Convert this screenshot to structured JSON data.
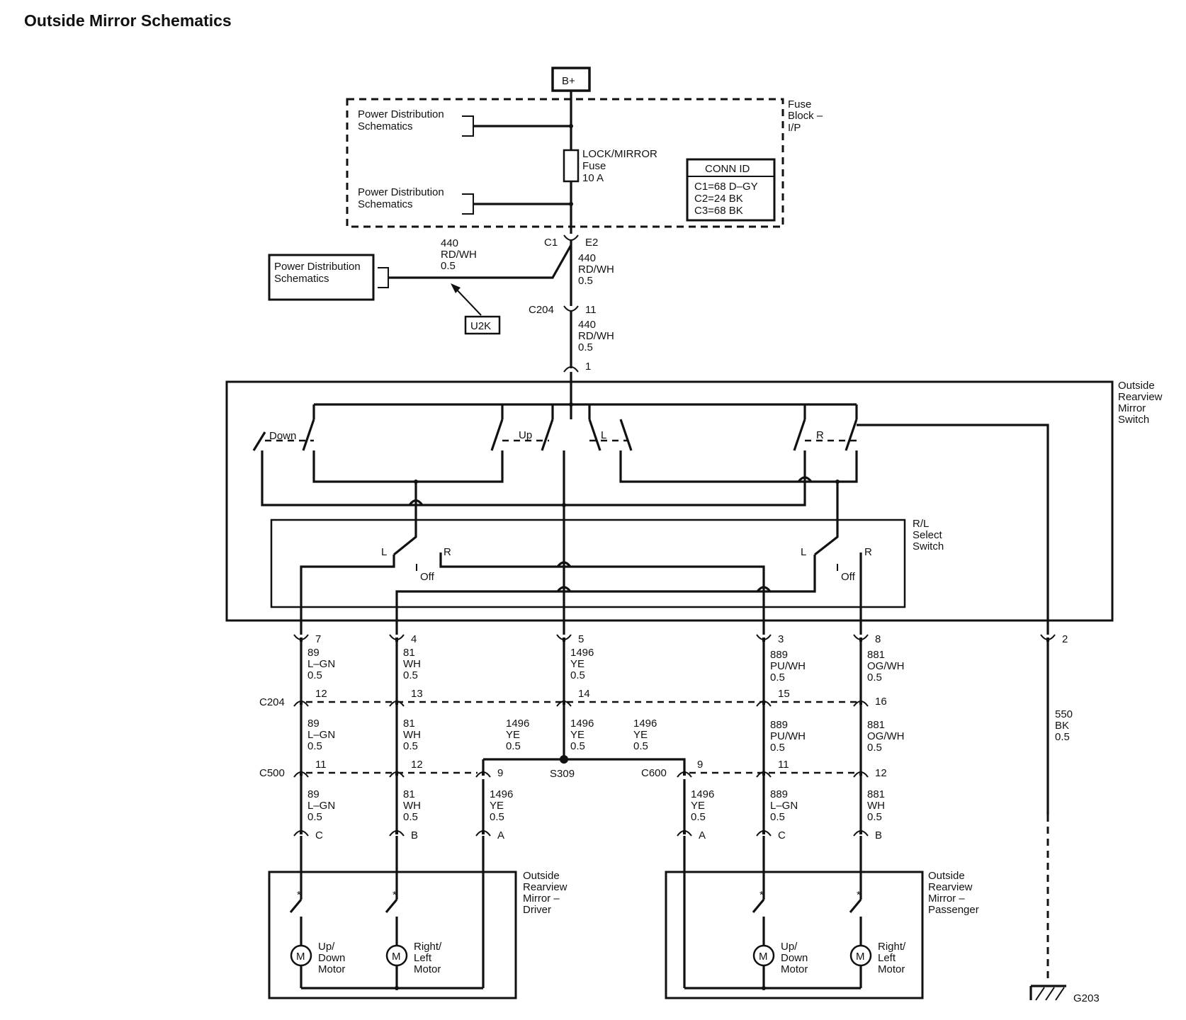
{
  "title": "Outside Mirror Schematics",
  "supply": "B+",
  "fuse_block": {
    "label": [
      "Fuse",
      "Block –",
      "I/P"
    ],
    "fuse": [
      "LOCK/MIRROR",
      "Fuse",
      "10 A"
    ]
  },
  "power_dist": "Power Distribution Schematics",
  "power_dist_lines": [
    "Power Distribution",
    "Schematics"
  ],
  "conn_id": {
    "title": "CONN ID",
    "rows": [
      "C1=68 D–GY",
      "C2=24 BK",
      "C3=68 BK"
    ]
  },
  "u2k": "U2K",
  "feed_wire": [
    "440",
    "RD/WH",
    "0.5"
  ],
  "connectors": {
    "c1": "C1",
    "e2": "E2",
    "c204": "C204",
    "c204_pin": "11",
    "switch_pin1": "1",
    "c500": "C500",
    "c600": "C600",
    "s309": "S309",
    "g203": "G203"
  },
  "switch": {
    "label": [
      "Outside",
      "Rearview",
      "Mirror",
      "Switch"
    ],
    "positions": [
      "Down",
      "Up",
      "L",
      "R"
    ],
    "select_label": [
      "R/L",
      "Select",
      "Switch"
    ],
    "select_positions": [
      "L",
      "R",
      "Off",
      "L",
      "R",
      "Off"
    ]
  },
  "switch_outputs": [
    {
      "pin": "7",
      "wire": [
        "89",
        "L–GN",
        "0.5"
      ],
      "c204": "12",
      "c500": "11",
      "wire2": [
        "89",
        "L–GN",
        "0.5"
      ],
      "wire3": [
        "89",
        "L–GN",
        "0.5"
      ],
      "mirror_pin": "C"
    },
    {
      "pin": "4",
      "wire": [
        "81",
        "WH",
        "0.5"
      ],
      "c204": "13",
      "c500": "12",
      "wire2": [
        "81",
        "WH",
        "0.5"
      ],
      "wire3": [
        "81",
        "WH",
        "0.5"
      ],
      "mirror_pin": "B"
    },
    {
      "pin": "5",
      "wire": [
        "1496",
        "YE",
        "0.5"
      ],
      "c204": "14",
      "wire2": [
        "1496",
        "YE",
        "0.5"
      ]
    },
    {
      "pin": "3",
      "wire": [
        "889",
        "PU/WH",
        "0.5"
      ],
      "c204": "15",
      "c600": "11",
      "wire2": [
        "889",
        "PU/WH",
        "0.5"
      ],
      "wire3": [
        "889",
        "L–GN",
        "0.5"
      ],
      "mirror_pin": "C"
    },
    {
      "pin": "8",
      "wire": [
        "881",
        "OG/WH",
        "0.5"
      ],
      "c204": "16",
      "c600": "12",
      "wire2": [
        "881",
        "OG/WH",
        "0.5"
      ],
      "wire3": [
        "881",
        "WH",
        "0.5"
      ],
      "mirror_pin": "B"
    },
    {
      "pin": "2",
      "wire": [
        "550",
        "BK",
        "0.5"
      ]
    }
  ],
  "common_branches": {
    "left": {
      "wire": [
        "1496",
        "YE",
        "0.5"
      ],
      "c500": "9",
      "wire2": [
        "1496",
        "YE",
        "0.5"
      ],
      "mirror_pin": "A"
    },
    "right": {
      "wire": [
        "1496",
        "YE",
        "0.5"
      ],
      "c600": "9",
      "wire2": [
        "1496",
        "YE",
        "0.5"
      ],
      "mirror_pin": "A"
    }
  },
  "mirror_driver": {
    "label": [
      "Outside",
      "Rearview",
      "Mirror –",
      "Driver"
    ],
    "motor1": [
      "Up/",
      "Down",
      "Motor"
    ],
    "motor2": [
      "Right/",
      "Left",
      "Motor"
    ]
  },
  "mirror_passenger": {
    "label": [
      "Outside",
      "Rearview",
      "Mirror –",
      "Passenger"
    ],
    "motor1": [
      "Up/",
      "Down",
      "Motor"
    ],
    "motor2": [
      "Right/",
      "Left",
      "Motor"
    ]
  },
  "motor_symbol": "M",
  "splice_star": "*"
}
